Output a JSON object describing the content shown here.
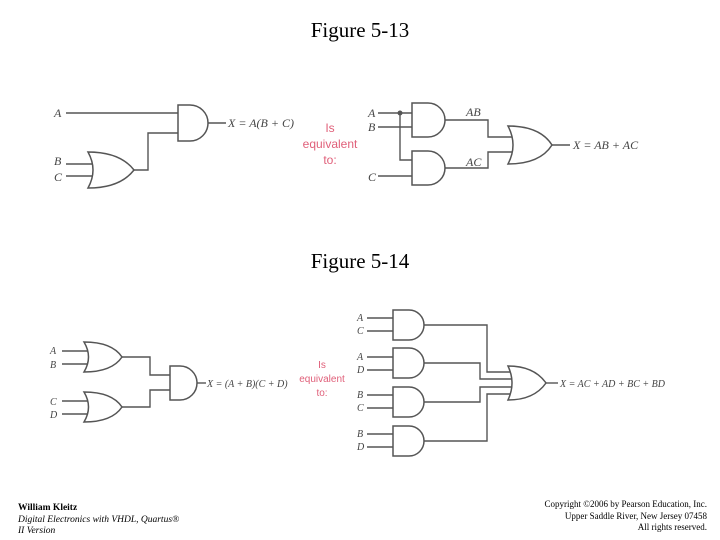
{
  "figures": [
    {
      "title": "Figure 5-13",
      "left_inputs": [
        "A",
        "B",
        "C"
      ],
      "left_output": "X = A(B + C)",
      "equivalence": [
        "Is",
        "equivalent",
        "to:"
      ],
      "right_inputs": [
        "A",
        "B",
        "C"
      ],
      "right_intermediate": [
        "AB",
        "AC"
      ],
      "right_output": "X = AB + AC"
    },
    {
      "title": "Figure 5-14",
      "left_inputs": [
        "A",
        "B",
        "C",
        "D"
      ],
      "left_output": "X = (A + B)(C + D)",
      "equivalence": [
        "Is",
        "equivalent",
        "to:"
      ],
      "right_inputs": [
        "A",
        "C",
        "A",
        "D",
        "B",
        "C",
        "B",
        "D"
      ],
      "right_output": "X = AC + AD + BC + BD"
    }
  ],
  "footer": {
    "author": "William Kleitz",
    "book_line1": "Digital Electronics with VHDL, Quartus®",
    "book_line2": "II Version",
    "copyright_line1": "Copyright ©2006 by Pearson Education, Inc.",
    "copyright_line2": "Upper Saddle River, New Jersey 07458",
    "copyright_line3": "All rights reserved."
  }
}
